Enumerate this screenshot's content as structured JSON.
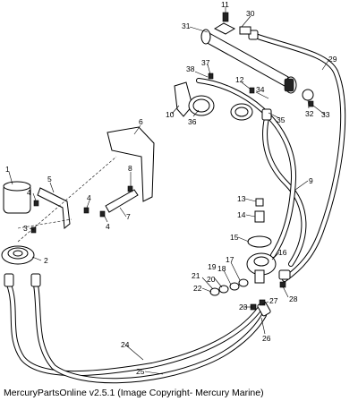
{
  "diagram": {
    "callouts": {
      "c1": "1",
      "c2": "2",
      "c3": "3",
      "c4a": "4",
      "c4b": "4",
      "c4c": "4",
      "c5": "5",
      "c6": "6",
      "c7": "7",
      "c8": "8",
      "c9": "9",
      "c10": "10",
      "c11": "11",
      "c12": "12",
      "c13": "13",
      "c14": "14",
      "c15": "15",
      "c16": "16",
      "c17": "17",
      "c18": "18",
      "c19": "19",
      "c20": "20",
      "c21": "21",
      "c22": "22",
      "c23": "23",
      "c24": "24",
      "c25": "25",
      "c26": "26",
      "c27": "27",
      "c28": "28",
      "c29": "29",
      "c30": "30",
      "c31": "31",
      "c32": "32",
      "c33": "33",
      "c34": "34",
      "c35": "35",
      "c36": "36",
      "c37": "37",
      "c38": "38"
    }
  },
  "footer": {
    "copyright": "MercuryPartsOnline v2.5.1 (Image Copyright- Mercury Marine)"
  }
}
